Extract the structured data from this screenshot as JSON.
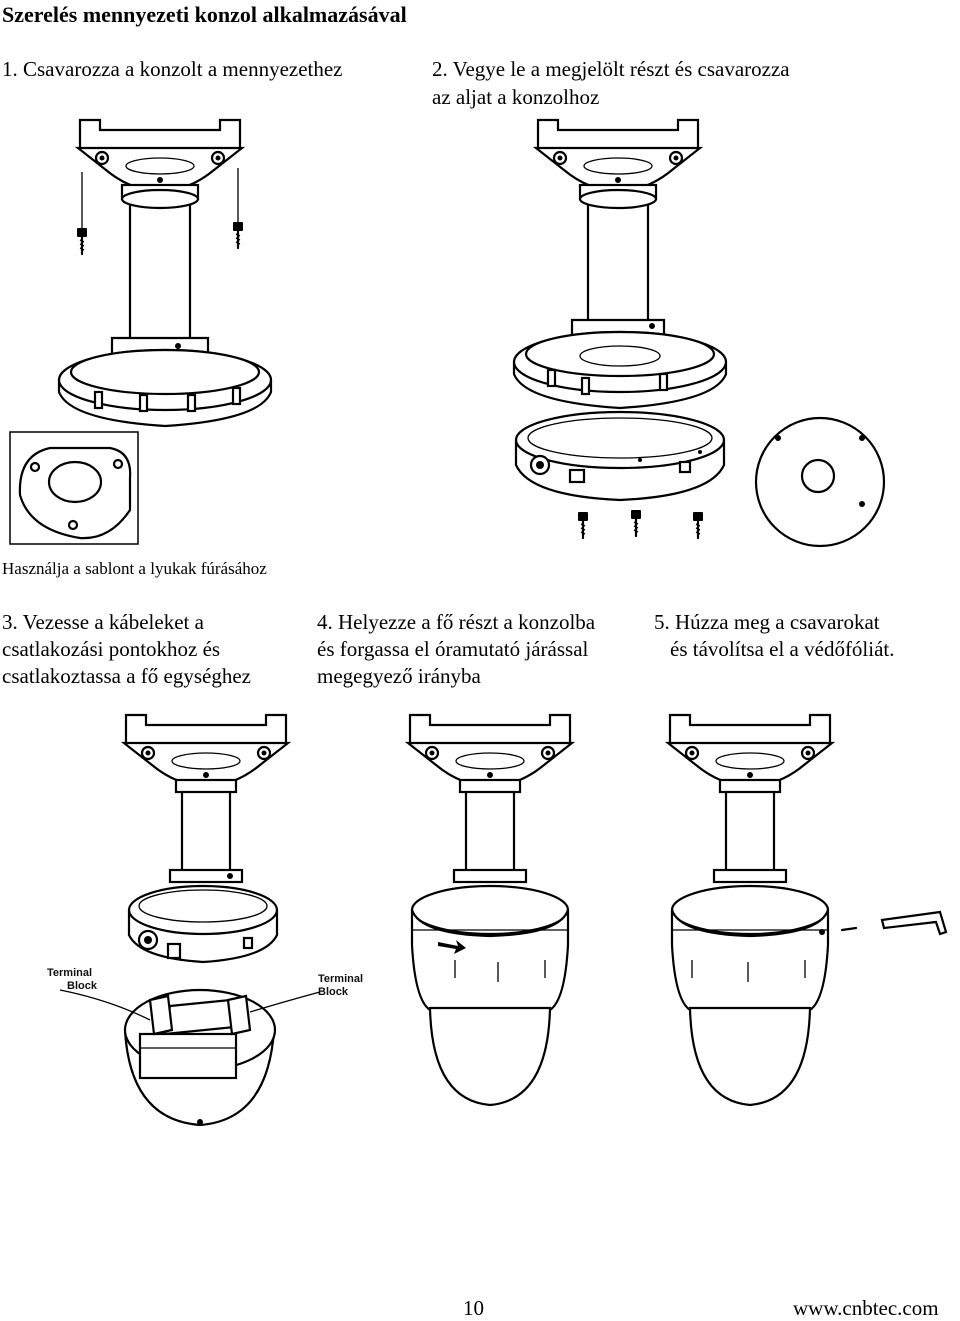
{
  "page": {
    "title": "Szerelés mennyezeti konzol alkalmazásával",
    "page_number": "10",
    "website": "www.cnbtec.com"
  },
  "steps": {
    "step1": "1. Csavarozza a konzolt a mennyezethez",
    "step2_line1": "2. Vegye le a megjelölt részt és csavarozza",
    "step2_line2": "az aljat a konzolhoz",
    "template_note": "Használja a sablont a lyukak fúrásához",
    "step3_line1": "3. Vezesse a kábeleket a",
    "step3_line2": "csatlakozási pontokhoz és",
    "step3_line3": "csatlakoztassa a fő egységhez",
    "step4_line1": "4. Helyezze a fő részt a konzolba",
    "step4_line2": "és forgassa el óramutató járással",
    "step4_line3": "megegyező irányba",
    "step5_line1": "5. Húzza meg a csavarokat",
    "step5_line2": "és távolítsa el a védőfóliát."
  },
  "labels": {
    "terminal_block_left_1": "Terminal",
    "terminal_block_left_2": "Block",
    "terminal_block_right_1": "Terminal",
    "terminal_block_right_2": "Block"
  },
  "icons": [
    "ceiling-bracket-illustration",
    "screw-icon",
    "drill-template-illustration",
    "dome-camera-illustration",
    "hex-key-icon",
    "rotation-arrow-icon"
  ]
}
